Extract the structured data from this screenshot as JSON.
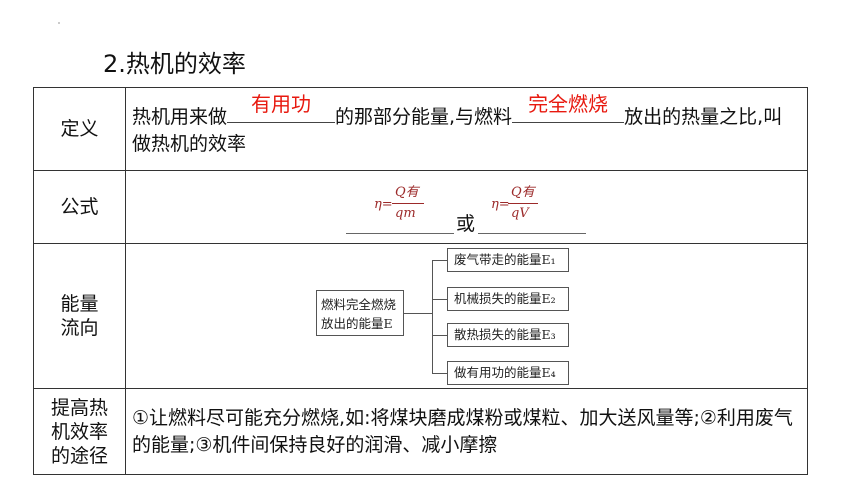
{
  "heading": "2.热机的效率",
  "rows": {
    "definition": {
      "label": "定义",
      "text_1": "热机用来做",
      "answer_1": "有用功",
      "text_2": "的那部分能量,与燃料",
      "answer_2": "完全燃烧",
      "text_3": "放出的热量之比,叫做热机的效率"
    },
    "formula": {
      "label": "公式",
      "eta": "η=",
      "q_you": "Q有",
      "den_1": "qm",
      "den_2": "qV",
      "or": "或"
    },
    "energy_flow": {
      "label": "能量流向",
      "source_line1": "燃料完全燃烧",
      "source_line2": "放出的能量E",
      "outputs": [
        "废气带走的能量E₁",
        "机械损失的能量E₂",
        "散热损失的能量E₃",
        "做有用功的能量E₄"
      ]
    },
    "improve": {
      "label": "提高热机效率的途径",
      "text": "①让燃料尽可能充分燃烧,如:将煤块磨成煤粉或煤粒、加大送风量等;②利用废气的能量;③机件间保持良好的润滑、减小摩擦"
    }
  },
  "colors": {
    "answer_red": "#e8190f",
    "formula_red": "#9c2a2a"
  }
}
